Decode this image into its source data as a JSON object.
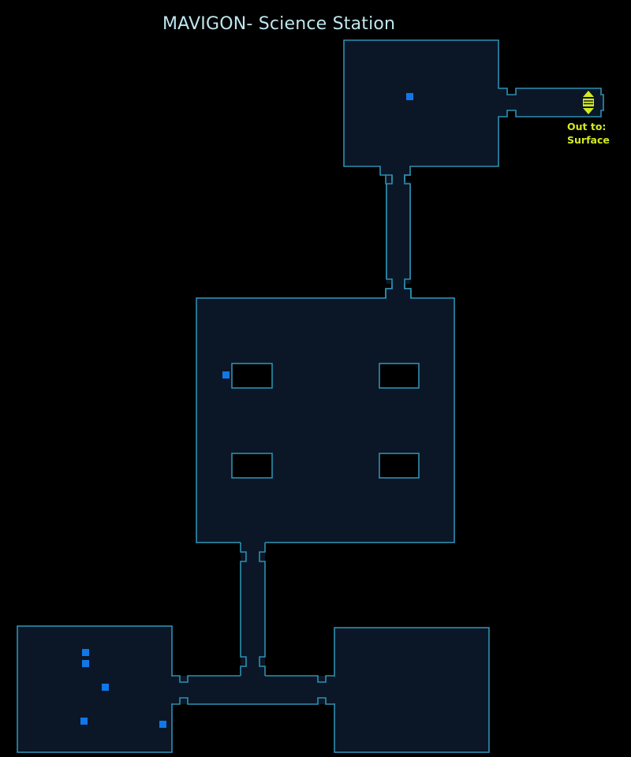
{
  "map": {
    "title": "MAVIGON- Science Station",
    "exit": {
      "line1": "Out to:",
      "line2": "Surface",
      "icon": "elevator-icon"
    }
  },
  "colors": {
    "background": "#000000",
    "room_fill": "#0b1727",
    "wall": "#2e8fb0",
    "marker": "#1177e8",
    "exit": "#d4ea22",
    "title": "#bfe6ef"
  }
}
